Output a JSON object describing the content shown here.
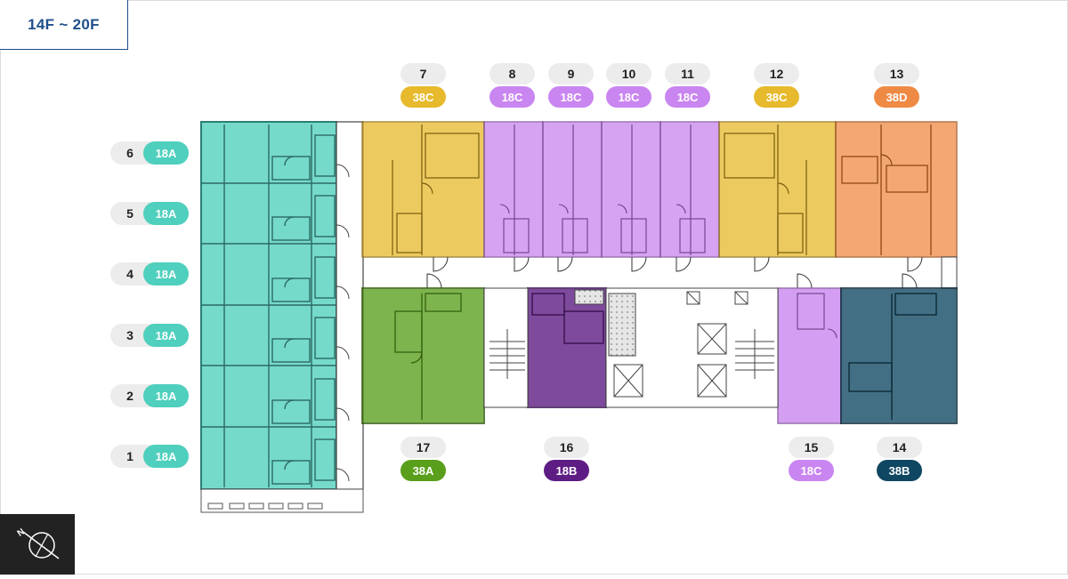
{
  "floor_selector": {
    "label": "14F ~ 20F"
  },
  "colors": {
    "unit_18A": "#4fcfbd",
    "unit_38C": "#e7b92c",
    "unit_18C": "#c985f0",
    "unit_38D": "#ef8a45",
    "unit_38A": "#5a9f1c",
    "unit_18B": "#5e1d84",
    "unit_38B": "#0f4762"
  },
  "top_units": [
    {
      "number": "7",
      "type": "38C"
    },
    {
      "number": "8",
      "type": "18C"
    },
    {
      "number": "9",
      "type": "18C"
    },
    {
      "number": "10",
      "type": "18C"
    },
    {
      "number": "11",
      "type": "18C"
    },
    {
      "number": "12",
      "type": "38C"
    },
    {
      "number": "13",
      "type": "38D"
    }
  ],
  "left_units": [
    {
      "number": "6",
      "type": "18A"
    },
    {
      "number": "5",
      "type": "18A"
    },
    {
      "number": "4",
      "type": "18A"
    },
    {
      "number": "3",
      "type": "18A"
    },
    {
      "number": "2",
      "type": "18A"
    },
    {
      "number": "1",
      "type": "18A"
    }
  ],
  "bottom_units": [
    {
      "number": "17",
      "type": "38A"
    },
    {
      "number": "16",
      "type": "18B"
    },
    {
      "number": "15",
      "type": "18C"
    },
    {
      "number": "14",
      "type": "38B"
    }
  ],
  "compass": {
    "icon": "north-arrow-compass-icon",
    "letter": "N"
  }
}
